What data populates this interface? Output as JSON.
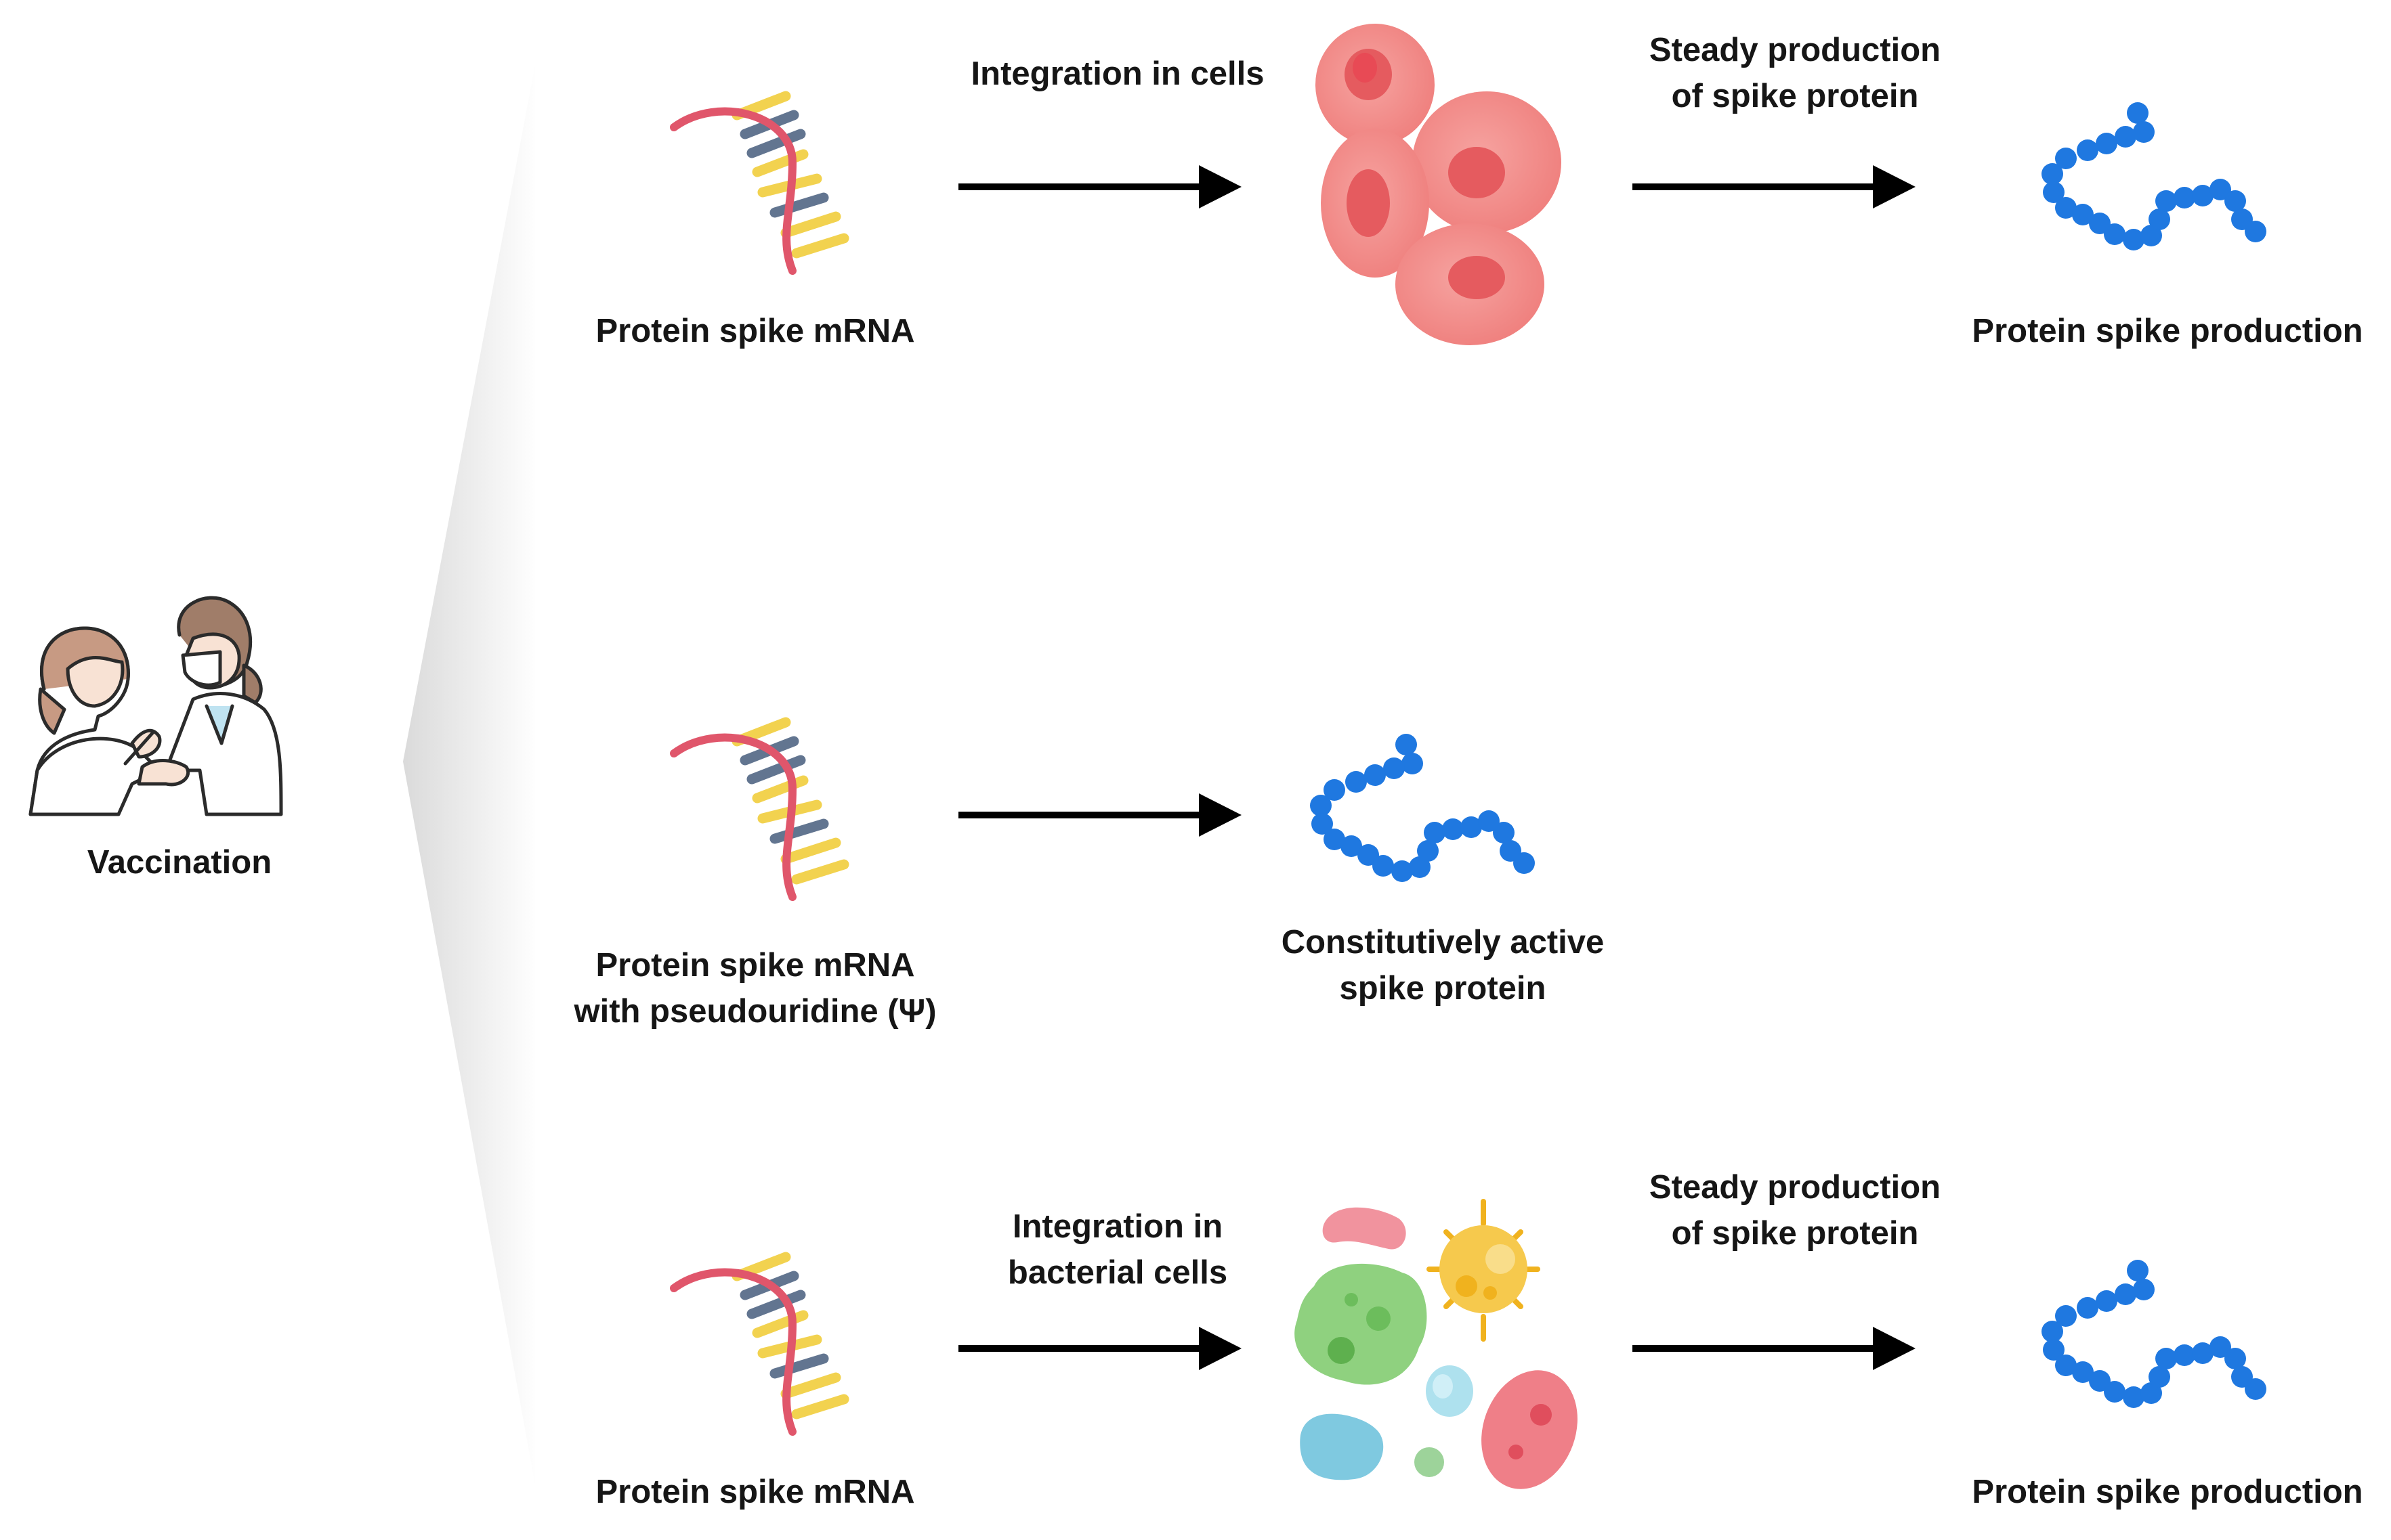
{
  "vaccination": {
    "label": "Vaccination",
    "icon": "vaccination-icon"
  },
  "rows": [
    {
      "source_label": [
        "Protein spike mRNA"
      ],
      "step1_label": [
        "Integration in cells"
      ],
      "target1_icon": "red-cells-icon",
      "step2_label": [
        "Steady production",
        "of spike protein"
      ],
      "result_label": [
        "Protein spike production"
      ]
    },
    {
      "source_label": [
        "Protein spike mRNA",
        "with pseudouridine (Ψ)"
      ],
      "step1_label": [],
      "result_label": [
        "Constitutively active",
        "spike protein"
      ]
    },
    {
      "source_label": [
        "Protein spike mRNA"
      ],
      "step1_label": [
        "Integration in",
        "bacterial cells"
      ],
      "target1_icon": "bacteria-icon",
      "step2_label": [
        "Steady production",
        "of spike protein"
      ],
      "result_label": [
        "Protein spike production"
      ]
    }
  ],
  "colors": {
    "arrow": "#000000",
    "dna_backbone": "#e0566b",
    "dna_base_a": "#627590",
    "dna_base_b": "#f2d24f",
    "protein": "#1f78e0",
    "cell": "#f28b88",
    "cell_nucleus": "#e55b5f"
  }
}
